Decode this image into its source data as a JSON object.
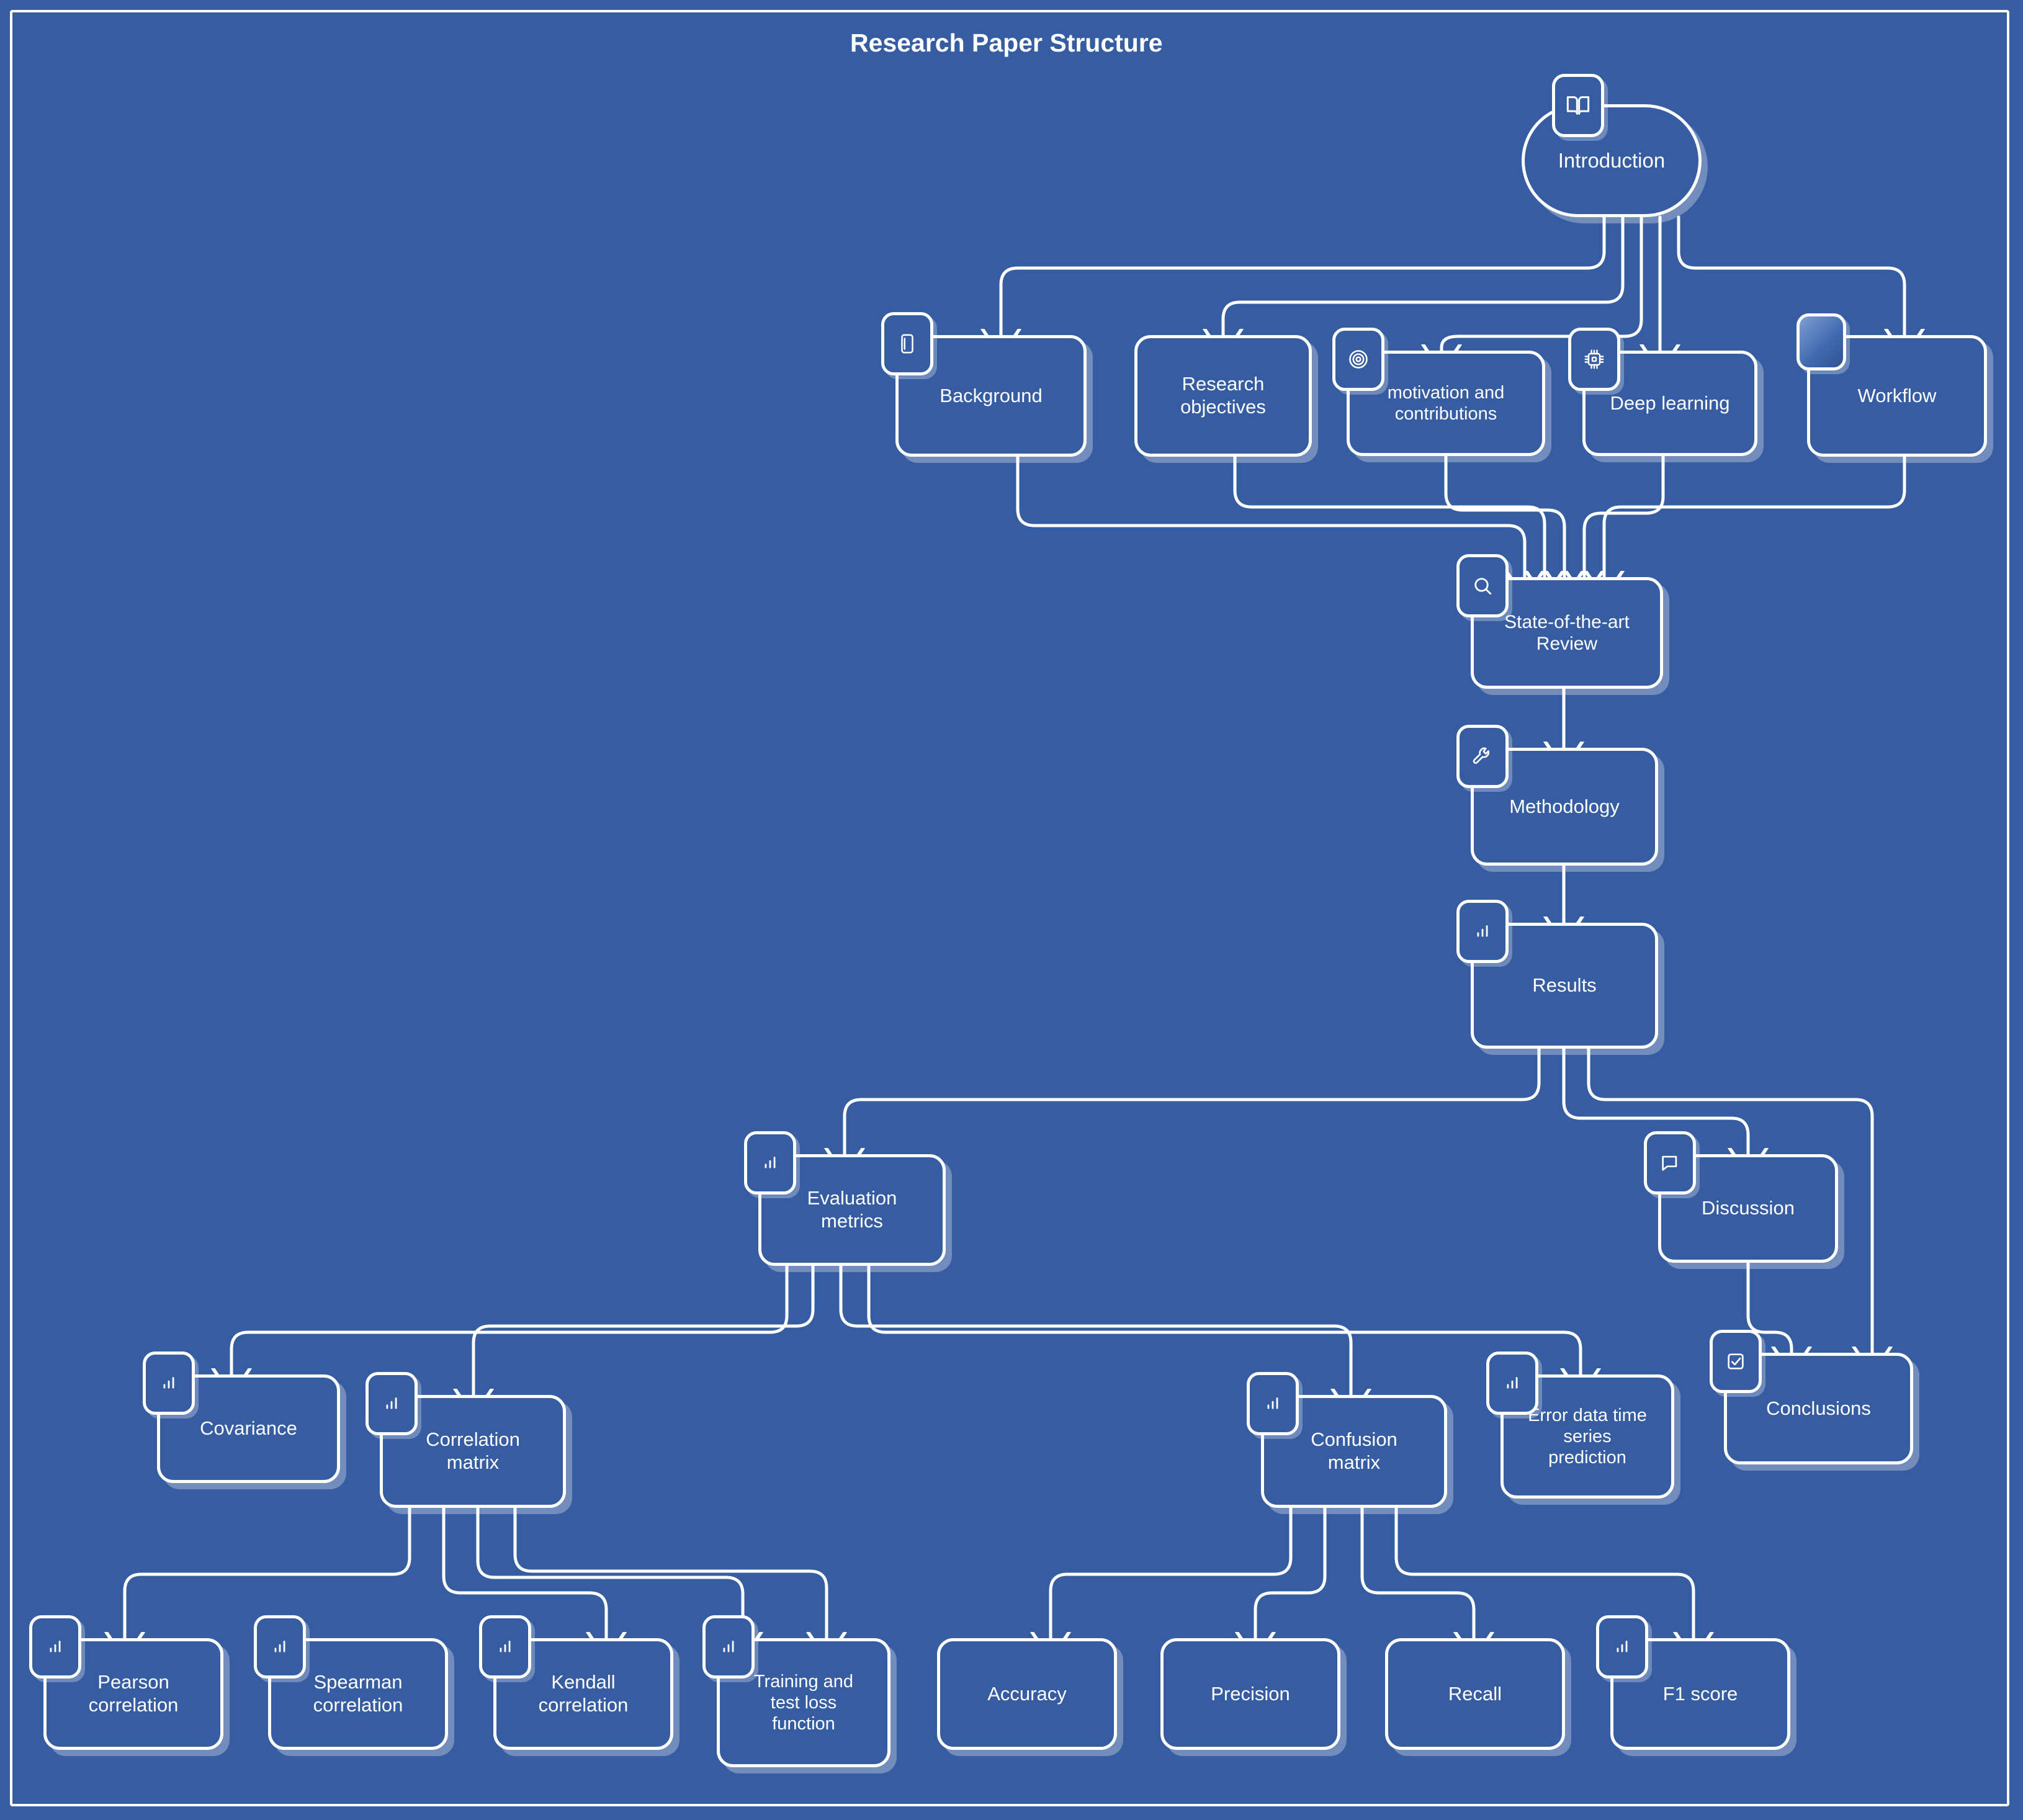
{
  "diagram": {
    "title": "Research Paper Structure",
    "type": "flowchart",
    "background_color": "#365CA1",
    "stroke_color": "#FFFFFF",
    "text_color": "#FFFFFF"
  },
  "nodes": [
    {
      "id": "introduction",
      "label": "Introduction",
      "icon": "book-open-icon",
      "shape": "pill"
    },
    {
      "id": "background",
      "label": "Background",
      "icon": "book-icon",
      "shape": "rect"
    },
    {
      "id": "research_objectives",
      "label": "Research\nobjectives",
      "icon": "none",
      "shape": "rect"
    },
    {
      "id": "motivation",
      "label": "motivation and\ncontributions",
      "icon": "target-icon",
      "shape": "rect"
    },
    {
      "id": "deep_learning",
      "label": "Deep learning",
      "icon": "cpu-chip-icon",
      "shape": "rect"
    },
    {
      "id": "workflow",
      "label": "Workflow",
      "icon": "blank-badge-icon",
      "shape": "rect"
    },
    {
      "id": "sota_review",
      "label": "State-of-the-art\nReview",
      "icon": "search-icon",
      "shape": "rect"
    },
    {
      "id": "methodology",
      "label": "Methodology",
      "icon": "wrench-icon",
      "shape": "rect"
    },
    {
      "id": "results",
      "label": "Results",
      "icon": "bar-chart-icon",
      "shape": "rect"
    },
    {
      "id": "evaluation_metrics",
      "label": "Evaluation\nmetrics",
      "icon": "bar-chart-icon",
      "shape": "rect"
    },
    {
      "id": "discussion",
      "label": "Discussion",
      "icon": "message-square-icon",
      "shape": "rect"
    },
    {
      "id": "covariance",
      "label": "Covariance",
      "icon": "bar-chart-icon",
      "shape": "rect"
    },
    {
      "id": "correlation_matrix",
      "label": "Correlation\nmatrix",
      "icon": "bar-chart-icon",
      "shape": "rect"
    },
    {
      "id": "confusion_matrix",
      "label": "Confusion\nmatrix",
      "icon": "bar-chart-icon",
      "shape": "rect"
    },
    {
      "id": "error_data_ts",
      "label": "Error data time\nseries\nprediction",
      "icon": "bar-chart-icon",
      "shape": "rect"
    },
    {
      "id": "conclusions",
      "label": "Conclusions",
      "icon": "check-square-icon",
      "shape": "rect"
    },
    {
      "id": "pearson",
      "label": "Pearson\ncorrelation",
      "icon": "bar-chart-icon",
      "shape": "rect"
    },
    {
      "id": "spearman",
      "label": "Spearman\ncorrelation",
      "icon": "bar-chart-icon",
      "shape": "rect"
    },
    {
      "id": "kendall",
      "label": "Kendall\ncorrelation",
      "icon": "bar-chart-icon",
      "shape": "rect"
    },
    {
      "id": "training_test_loss",
      "label": "Training and\ntest loss\nfunction",
      "icon": "bar-chart-icon",
      "shape": "rect"
    },
    {
      "id": "accuracy",
      "label": "Accuracy",
      "icon": "none",
      "shape": "rect"
    },
    {
      "id": "precision",
      "label": "Precision",
      "icon": "none",
      "shape": "rect"
    },
    {
      "id": "recall",
      "label": "Recall",
      "icon": "none",
      "shape": "rect"
    },
    {
      "id": "f1_score",
      "label": "F1 score",
      "icon": "bar-chart-icon",
      "shape": "rect"
    }
  ],
  "edges": [
    {
      "from": "introduction",
      "to": "background"
    },
    {
      "from": "introduction",
      "to": "research_objectives"
    },
    {
      "from": "introduction",
      "to": "motivation"
    },
    {
      "from": "introduction",
      "to": "deep_learning"
    },
    {
      "from": "introduction",
      "to": "workflow"
    },
    {
      "from": "background",
      "to": "sota_review"
    },
    {
      "from": "research_objectives",
      "to": "sota_review"
    },
    {
      "from": "motivation",
      "to": "sota_review"
    },
    {
      "from": "deep_learning",
      "to": "sota_review"
    },
    {
      "from": "workflow",
      "to": "sota_review"
    },
    {
      "from": "sota_review",
      "to": "methodology"
    },
    {
      "from": "methodology",
      "to": "results"
    },
    {
      "from": "results",
      "to": "evaluation_metrics"
    },
    {
      "from": "results",
      "to": "discussion"
    },
    {
      "from": "results",
      "to": "conclusions"
    },
    {
      "from": "evaluation_metrics",
      "to": "covariance"
    },
    {
      "from": "evaluation_metrics",
      "to": "correlation_matrix"
    },
    {
      "from": "evaluation_metrics",
      "to": "confusion_matrix"
    },
    {
      "from": "evaluation_metrics",
      "to": "error_data_ts"
    },
    {
      "from": "discussion",
      "to": "conclusions"
    },
    {
      "from": "correlation_matrix",
      "to": "pearson"
    },
    {
      "from": "correlation_matrix",
      "to": "spearman"
    },
    {
      "from": "correlation_matrix",
      "to": "kendall"
    },
    {
      "from": "correlation_matrix",
      "to": "training_test_loss"
    },
    {
      "from": "confusion_matrix",
      "to": "accuracy"
    },
    {
      "from": "confusion_matrix",
      "to": "precision"
    },
    {
      "from": "confusion_matrix",
      "to": "recall"
    },
    {
      "from": "confusion_matrix",
      "to": "f1_score"
    }
  ]
}
